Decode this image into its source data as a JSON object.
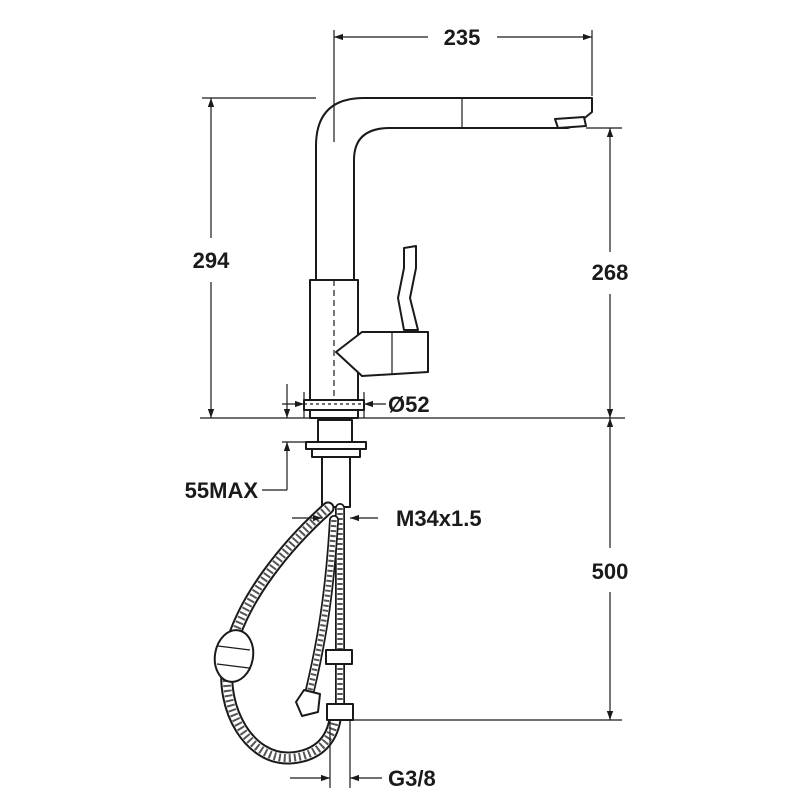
{
  "dimensions": {
    "width_top": "235",
    "height_total": "294",
    "spout_height": "268",
    "base_diameter": "Ø52",
    "mount_thickness": "55MAX",
    "thread": "M34x1.5",
    "hose_length": "500",
    "connection": "G3/8"
  },
  "colors": {
    "line": "#1a1a1a",
    "background": "#ffffff"
  }
}
